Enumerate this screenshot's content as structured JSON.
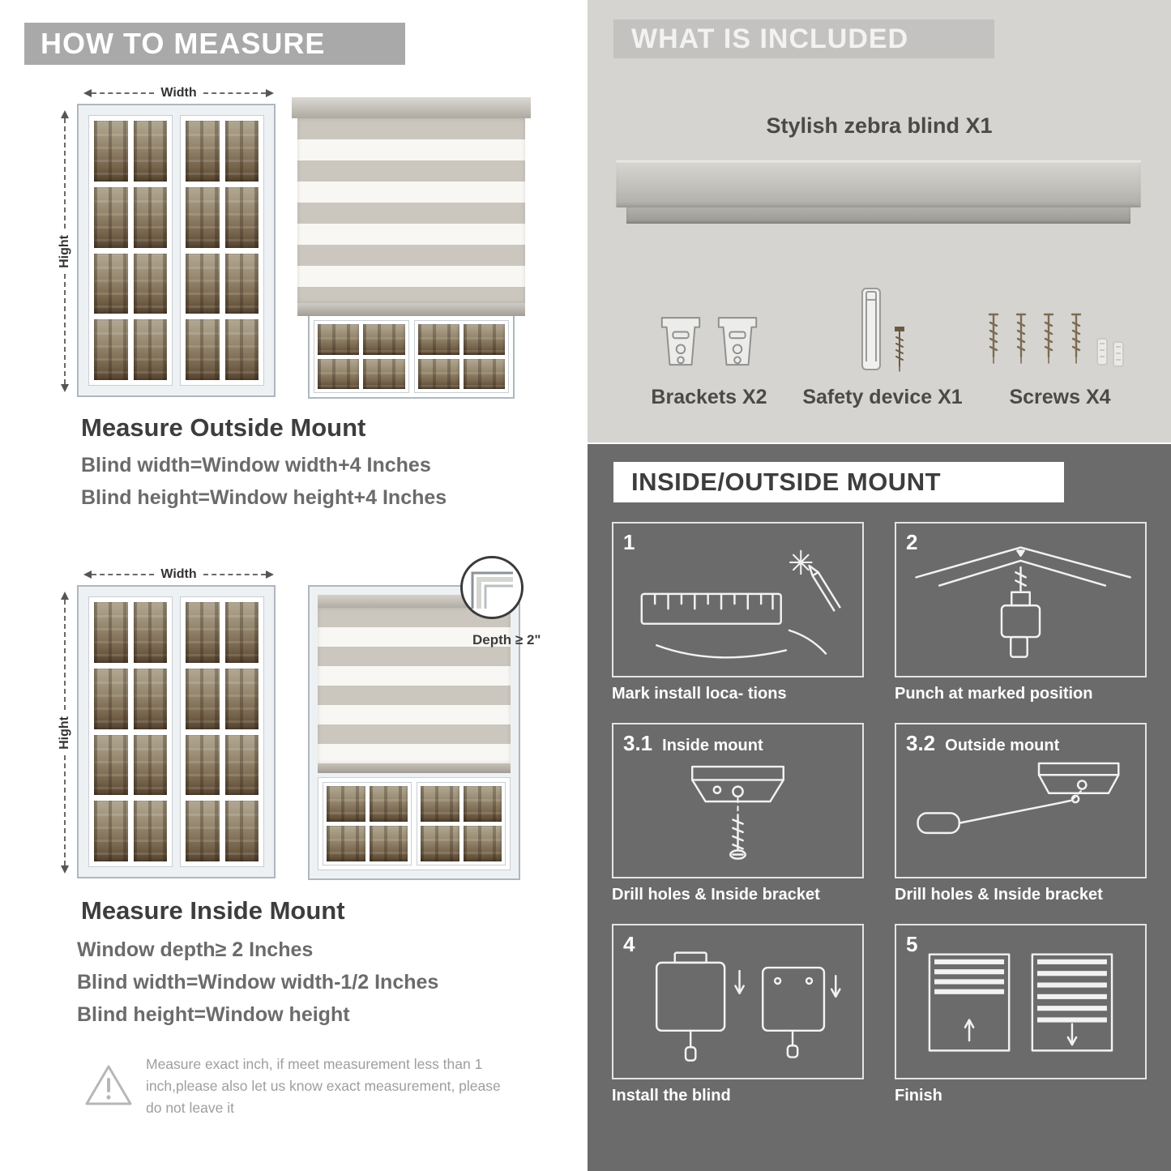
{
  "colors": {
    "banner-gray": "#a9a9a9",
    "included-bg": "#d5d4d1",
    "included-banner": "#c3c2c0",
    "dark-bg": "#6b6b6b",
    "text-dark": "#3d3d3d",
    "text-gray": "#6b6b6b",
    "note-gray": "#9e9e9e"
  },
  "left": {
    "header": "HOW TO MEASURE",
    "outside": {
      "width_label": "Width",
      "height_label": "Hight",
      "title": "Measure Outside Mount",
      "lines": [
        "Blind width=Window width+4 Inches",
        "Blind height=Window height+4 Inches"
      ]
    },
    "inside": {
      "width_label": "Width",
      "height_label": "Hight",
      "depth_label": "Depth ≥ 2\"",
      "title": "Measure Inside Mount",
      "lines": [
        "Window depth≥ 2 Inches",
        "Blind width=Window width-1/2 Inches",
        "Blind height=Window height"
      ]
    },
    "note": "Measure exact inch, if meet measurement less than 1 inch,please also let us know exact measurement, please do not leave it"
  },
  "right": {
    "included": {
      "header": "WHAT IS INCLUDED",
      "product": "Stylish zebra blind X1",
      "items": [
        {
          "name": "brackets",
          "label": "Brackets X2"
        },
        {
          "name": "safety-device",
          "label": "Safety device X1"
        },
        {
          "name": "screws",
          "label": "Screws X4"
        }
      ]
    },
    "mount": {
      "header": "INSIDE/OUTSIDE MOUNT",
      "steps": [
        {
          "num": "1",
          "title": "",
          "caption": "Mark install loca- tions"
        },
        {
          "num": "2",
          "title": "",
          "caption": "Punch at  marked position"
        },
        {
          "num": "3.1",
          "title": "Inside mount",
          "caption": "Drill holes &  Inside bracket"
        },
        {
          "num": "3.2",
          "title": "Outside mount",
          "caption": "Drill holes &  Inside bracket"
        },
        {
          "num": "4",
          "title": "",
          "caption": "Install the blind"
        },
        {
          "num": "5",
          "title": "",
          "caption": "Finish"
        }
      ]
    }
  }
}
